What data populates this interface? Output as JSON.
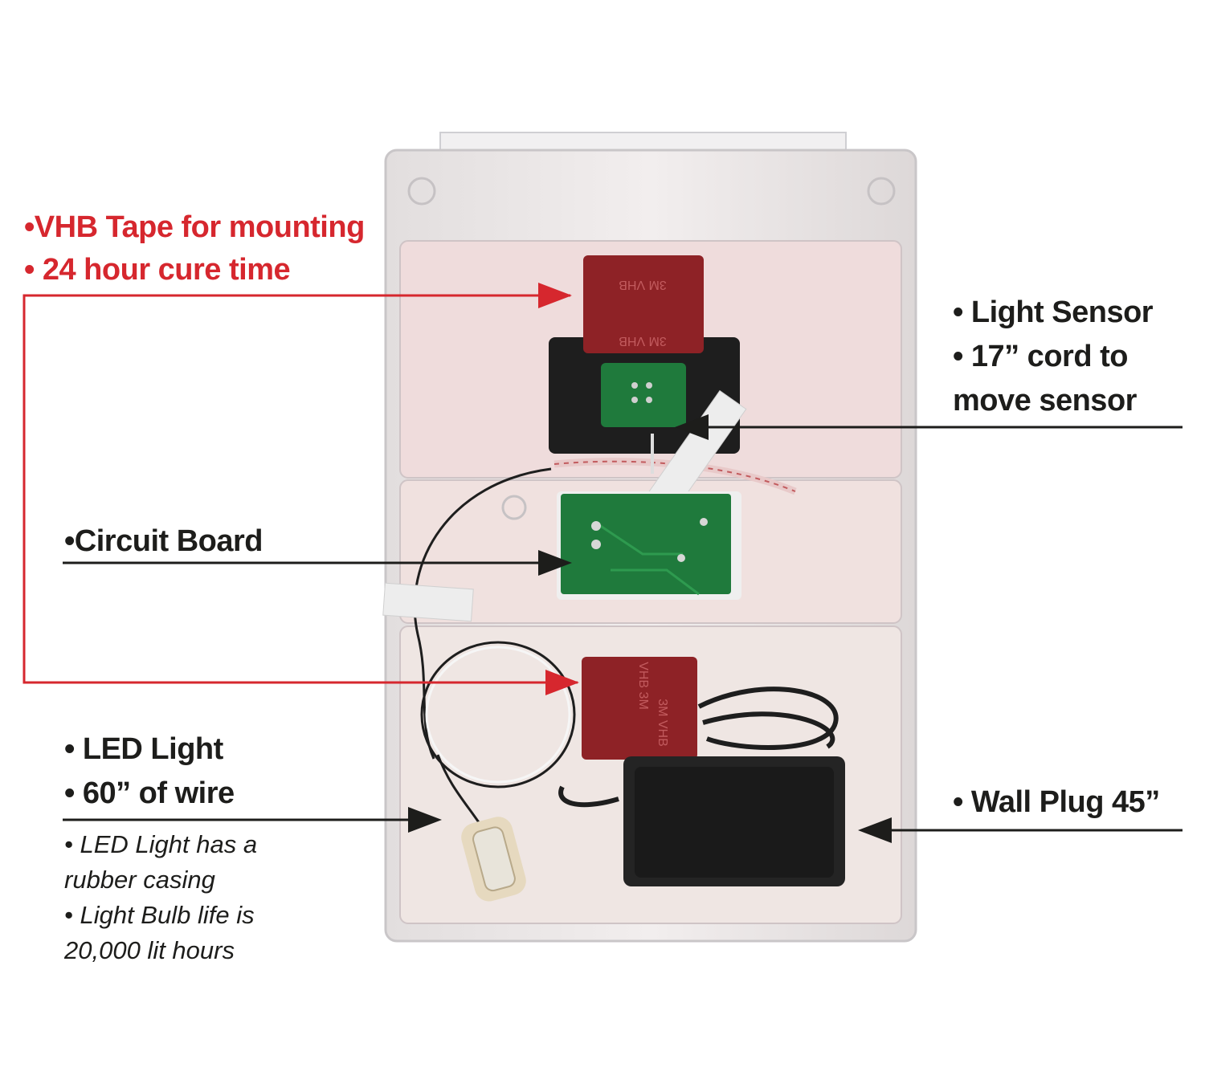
{
  "colors": {
    "callout_red": "#d6272e",
    "callout_dark": "#1d1d1b",
    "tape_red": "#8e2226",
    "pcb_green": "#1f7a3c"
  },
  "callouts": {
    "vhb_tape": {
      "lines": [
        "•VHB Tape for mounting",
        "• 24 hour cure time"
      ]
    },
    "light_sensor": {
      "lines": [
        "• Light Sensor",
        "• 17” cord to",
        "move sensor"
      ]
    },
    "circuit_board": {
      "lines": [
        "•Circuit Board"
      ]
    },
    "led_light": {
      "lines": [
        "• LED Light",
        "• 60” of wire"
      ],
      "notes": [
        "• LED Light has a",
        "rubber casing",
        "• Light Bulb life is",
        "20,000 lit hours"
      ]
    },
    "wall_plug": {
      "lines": [
        "• Wall Plug 45”"
      ]
    }
  },
  "tape_brand": {
    "top": [
      "3M VHB",
      "3M VHB"
    ],
    "bottom": [
      "VHB 3M",
      "3M VHB"
    ]
  }
}
